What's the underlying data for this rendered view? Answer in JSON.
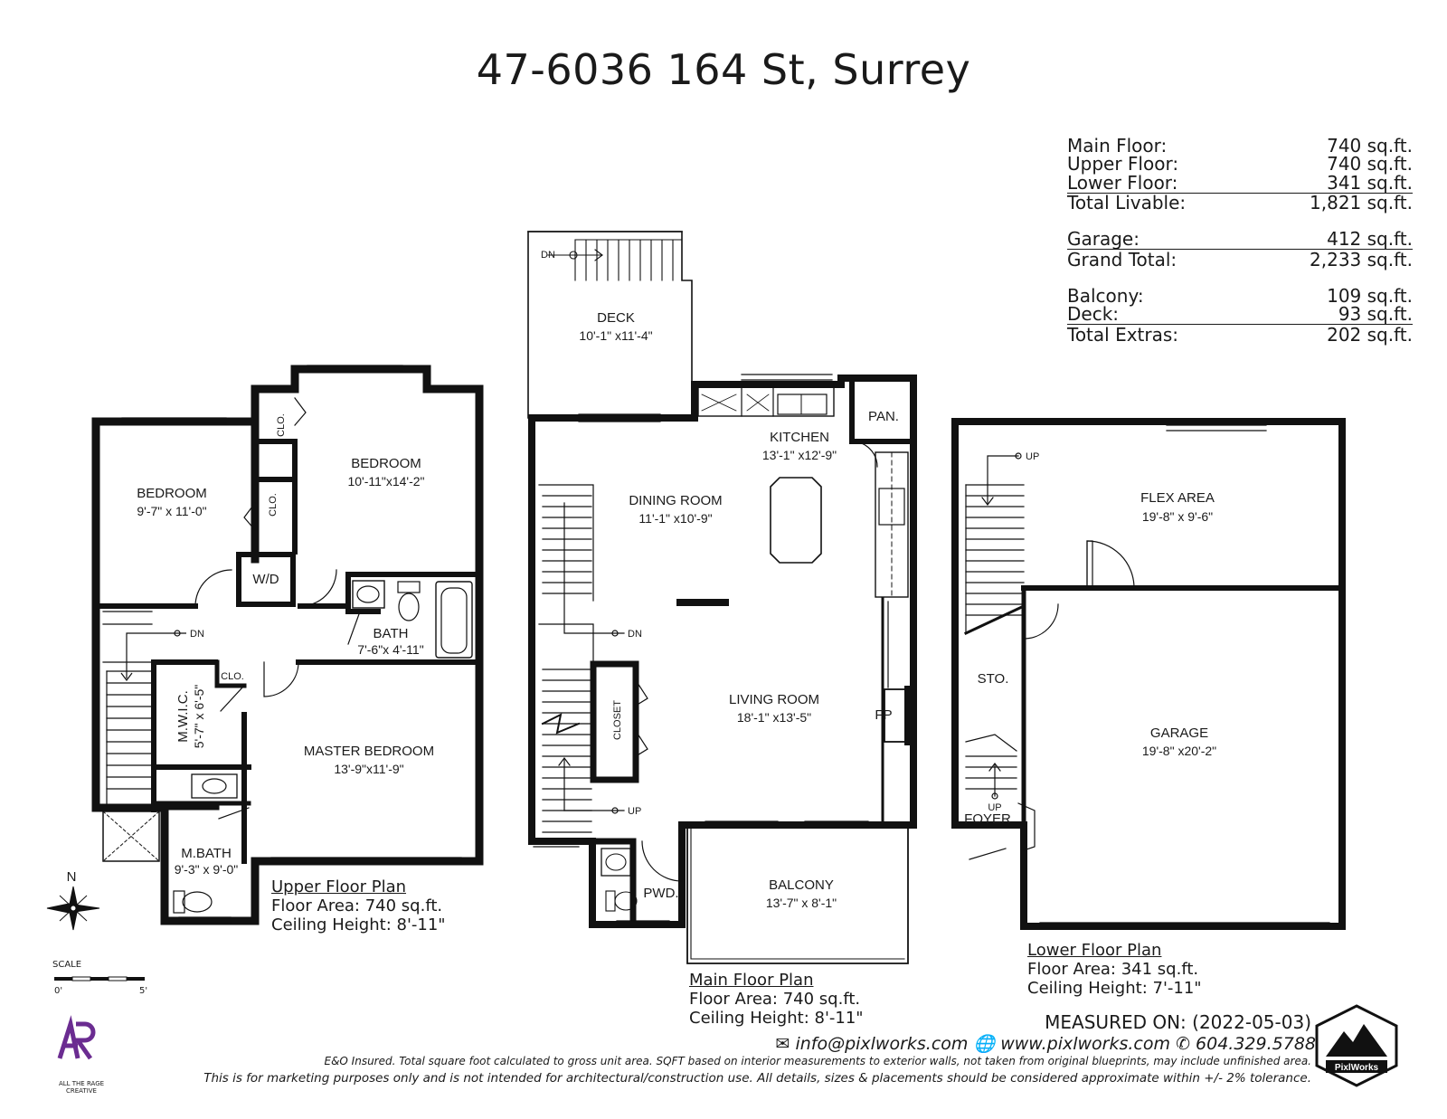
{
  "title": "47-6036 164 St, Surrey",
  "area_summary": [
    {
      "label": "Main Floor:",
      "value": "740 sq.ft."
    },
    {
      "label": "Upper Floor:",
      "value": "740 sq.ft."
    },
    {
      "label": "Lower Floor:",
      "value": "341 sq.ft."
    },
    {
      "label": "Total Livable:",
      "value": "1,821 sq.ft."
    },
    {
      "label": "Garage:",
      "value": "412 sq.ft."
    },
    {
      "label": "Grand Total:",
      "value": "2,233 sq.ft."
    },
    {
      "label": "Balcony:",
      "value": "109 sq.ft."
    },
    {
      "label": "Deck:",
      "value": "93 sq.ft."
    },
    {
      "label": "Total Extras:",
      "value": "202 sq.ft."
    }
  ],
  "rooms": {
    "bedroom2": {
      "name": "BEDROOM",
      "dim": "9'-7\" x 11'-0\""
    },
    "bedroom3": {
      "name": "BEDROOM",
      "dim": "10'-11\"x14'-2\""
    },
    "clo1": "CLO.",
    "clo2": "CLO.",
    "clo3": "CLO.",
    "wd": "W/D",
    "bath": {
      "name": "BATH",
      "dim": "7'-6\"x 4'-11\""
    },
    "mwic": {
      "name": "M.W.I.C.",
      "dim": "5'-7\" x 6'-5\""
    },
    "master": {
      "name": "MASTER BEDROOM",
      "dim": "13'-9\"x11'-9\""
    },
    "mbath": {
      "name": "M.BATH",
      "dim": "9'-3\" x 9'-0\""
    },
    "deck": {
      "name": "DECK",
      "dim": "10'-1\" x11'-4\""
    },
    "kitchen": {
      "name": "KITCHEN",
      "dim": "13'-1\" x12'-9\""
    },
    "pan": "PAN.",
    "dining": {
      "name": "DINING ROOM",
      "dim": "11'-1\" x10'-9\""
    },
    "living": {
      "name": "LIVING ROOM",
      "dim": "18'-1\" x13'-5\""
    },
    "closet": "CLOSET",
    "fp": "FP",
    "pwd": "PWD.",
    "balcony": {
      "name": "BALCONY",
      "dim": "13'-7\" x 8'-1\""
    },
    "flex": {
      "name": "FLEX AREA",
      "dim": "19'-8\" x 9'-6\""
    },
    "garage": {
      "name": "GARAGE",
      "dim": "19'-8\" x20'-2\""
    },
    "sto": "STO.",
    "foyer": "FOYER"
  },
  "stair_marks": {
    "dn": "DN",
    "up": "UP"
  },
  "compass": "N",
  "scale": {
    "label": "SCALE",
    "start": "0'",
    "end": "5'"
  },
  "plans": {
    "upper": {
      "heading": "Upper Floor Plan",
      "area": "Floor Area: 740 sq.ft.",
      "ceiling": "Ceiling Height: 8'-11\""
    },
    "main": {
      "heading": "Main Floor Plan",
      "area": "Floor Area: 740 sq.ft.",
      "ceiling": "Ceiling Height: 8'-11\""
    },
    "lower": {
      "heading": "Lower Floor Plan",
      "area": "Floor Area: 341 sq.ft.",
      "ceiling": "Ceiling Height: 7'-11\""
    }
  },
  "measured_on": "MEASURED ON: (2022-05-03)",
  "contact": {
    "email": "info@pixlworks.com",
    "web": "www.pixlworks.com",
    "phone": "604.329.5788"
  },
  "disclaimer_1": "E&O Insured.  Total square foot calculated to gross unit area. SQFT based on interior measurements to exterior walls, not taken from original blueprints, may include unfinished area.",
  "disclaimer_2": "This is for marketing purposes only and is not intended for architectural/construction use.  All details, sizes & placements should be considered approximate within +/- 2%  tolerance.",
  "brand_left": {
    "line1": "ALL THE RAGE",
    "line2": "CREATIVE"
  },
  "brand_right": "PixlWorks",
  "colors": {
    "wall": "#111111",
    "brand_purple": "#6b2c91"
  }
}
